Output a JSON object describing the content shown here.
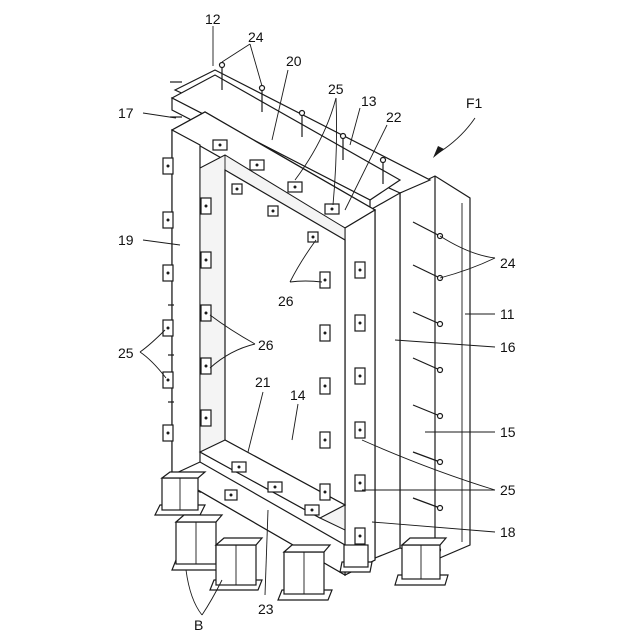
{
  "figure_label": "F1",
  "labels": {
    "n12": "12",
    "n24_top": "24",
    "n20": "20",
    "n25_top": "25",
    "n13": "13",
    "n22": "22",
    "n17": "17",
    "n19": "19",
    "n24_right": "24",
    "n11": "11",
    "n26_mid": "26",
    "n25_left": "25",
    "n26_left": "26",
    "n16": "16",
    "n21": "21",
    "n14": "14",
    "n15": "15",
    "n25_right": "25",
    "n18": "18",
    "n23": "23",
    "nB": "B"
  }
}
